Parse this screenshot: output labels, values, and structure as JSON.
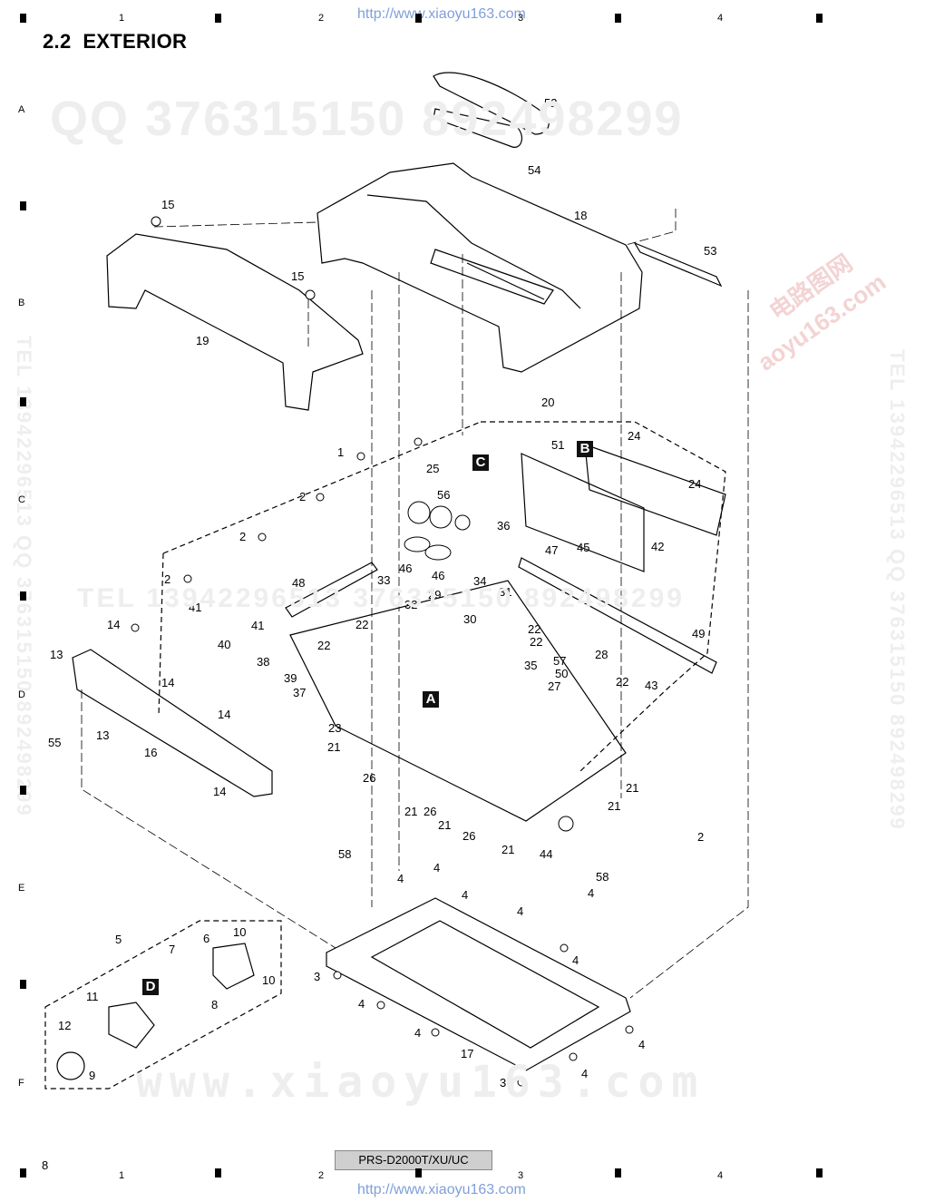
{
  "section": {
    "number": "2.2",
    "title": "EXTERIOR"
  },
  "header_url": "http://www.xiaoyu163.com",
  "footer_url": "http://www.xiaoyu163.com",
  "model": "PRS-D2000T/XU/UC",
  "page_number": "8",
  "grid_columns": [
    "1",
    "2",
    "3",
    "4"
  ],
  "grid_rows": [
    "A",
    "B",
    "C",
    "D",
    "E",
    "F"
  ],
  "watermarks": {
    "qq": "QQ 376315150 892498299",
    "tel": "TEL 13942296513 376315150 892498299",
    "www": "www.xiaoyu163.com",
    "side_left": "TEL 13942296513 QQ 376315150 892498299",
    "side_right": "TEL 13942296513 QQ 376315150 892498299",
    "cn_1": "电路图网",
    "cn_2": "aoyu163.com"
  },
  "section_markers": [
    "A",
    "B",
    "C",
    "D"
  ],
  "part_labels": [
    "1",
    "2",
    "3",
    "4",
    "5",
    "6",
    "7",
    "8",
    "9",
    "10",
    "11",
    "12",
    "13",
    "14",
    "15",
    "16",
    "17",
    "18",
    "19",
    "20",
    "21",
    "22",
    "23",
    "24",
    "25",
    "26",
    "27",
    "28",
    "29",
    "30",
    "31",
    "32",
    "33",
    "34",
    "35",
    "36",
    "37",
    "38",
    "39",
    "40",
    "41",
    "42",
    "43",
    "44",
    "45",
    "46",
    "47",
    "48",
    "49",
    "50",
    "51",
    "52",
    "53",
    "54",
    "55",
    "56",
    "57",
    "58"
  ]
}
